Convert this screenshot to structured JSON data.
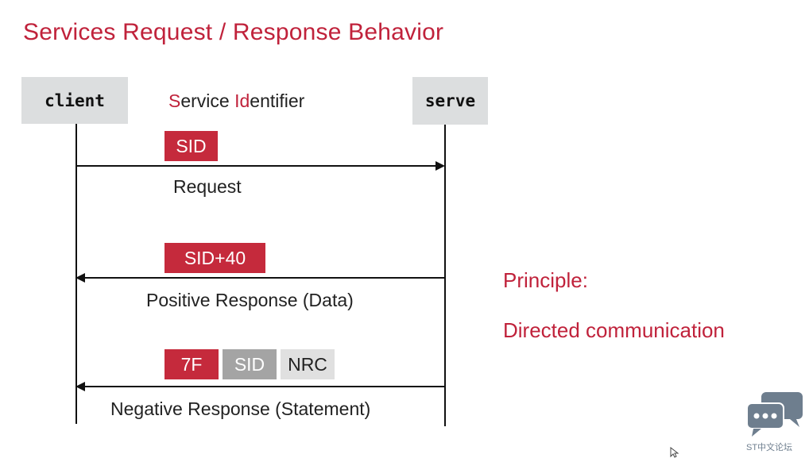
{
  "slide": {
    "title": "Services Request / Response Behavior",
    "actors": {
      "client": "client",
      "server": "serve"
    },
    "sid_caption": {
      "part1_hl": "S",
      "part2": "ervice ",
      "part3_hl": "Id",
      "part4": "entifier"
    },
    "messages": {
      "request": {
        "chips": [
          "SID"
        ],
        "label": "Request"
      },
      "positive": {
        "chips": [
          "SID+40"
        ],
        "label": "Positive Response (Data)"
      },
      "negative": {
        "chips": [
          "7F",
          "SID",
          "NRC"
        ],
        "label": "Negative Response (Statement)"
      }
    },
    "principle": {
      "heading": "Principle:",
      "text": "Directed communication"
    }
  },
  "watermark": {
    "text": "ST中文论坛",
    "icon": "chat-bubbles-icon"
  },
  "colors": {
    "accent_red": "#c0223b",
    "chip_red": "#c52a3c",
    "chip_gray": "#a4a4a4",
    "chip_light": "#e0e0e0",
    "actor_box": "#dcdedf"
  }
}
